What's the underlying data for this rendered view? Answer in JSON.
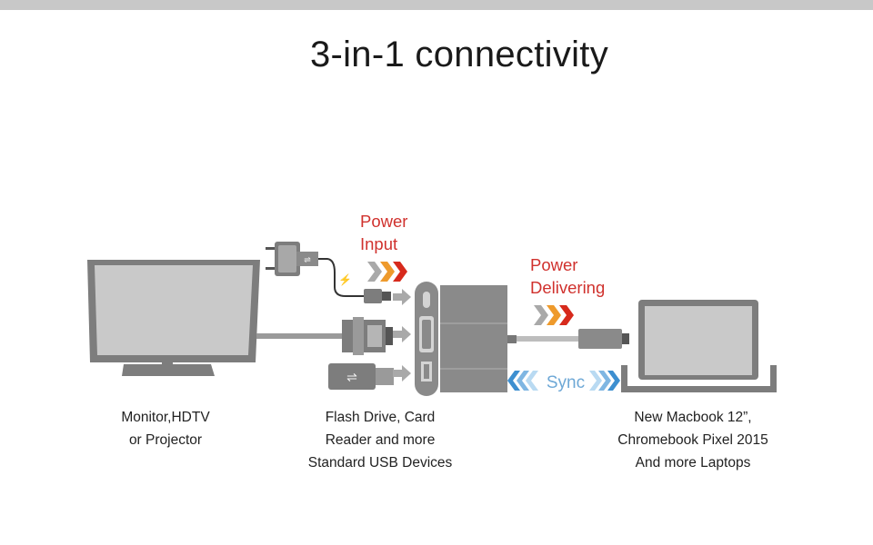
{
  "title": "3-in-1 connectivity",
  "power_input": [
    "Power",
    "Input"
  ],
  "power_delivering": [
    "Power",
    "Delivering"
  ],
  "sync_label": "Sync",
  "captions": {
    "monitor": [
      "Monitor,HDTV",
      "or Projector"
    ],
    "usb": [
      "Flash Drive, Card",
      "Reader and more",
      "Standard USB Devices"
    ],
    "laptop": [
      "New Macbook 12”,",
      "Chromebook Pixel 2015",
      "And more Laptops"
    ]
  },
  "colors": {
    "power_text": "#d0312d",
    "arrow_grey": "#a9a9a9",
    "arrow_orange": "#ee9a2c",
    "arrow_red": "#d72a1c",
    "sync_blue": "#3d8fd0",
    "sync_light": "#a6d0ee",
    "device_dark": "#7d7d7d",
    "device_light": "#c9c9c9"
  }
}
